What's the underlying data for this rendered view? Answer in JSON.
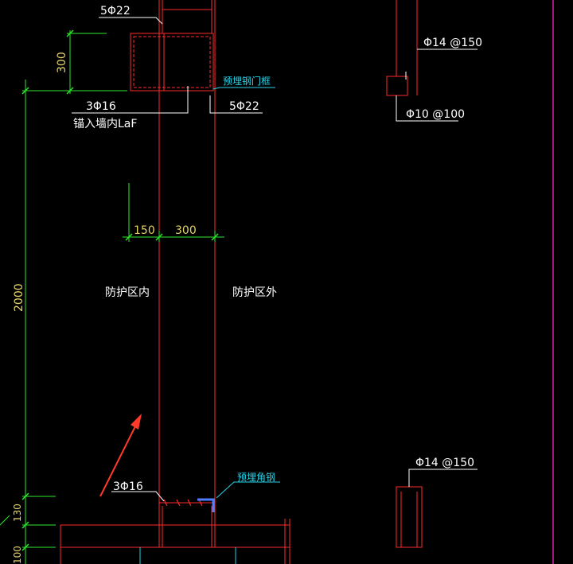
{
  "colors": {
    "background": "#000000",
    "wall": "#ff2a2a",
    "dimension": "#2ee82e",
    "text": "#ffffff",
    "dim_text": "#e6d36a",
    "leader": "#ffffff",
    "callout_cyan": "#27d3e8",
    "border_magenta": "#d8209a",
    "arrow": "#ff3a2a",
    "anchor_angle": "#4f7dff"
  },
  "labels": {
    "rebar_top_1": "5Φ22",
    "rebar_3phi16_top": "3Φ16",
    "anchor_note": "锚入墙内LaF",
    "rebar_top_2": "5Φ22",
    "embedded_door_frame": "预埋钢门框",
    "dim_300_vertical": "300",
    "dim_150": "150",
    "dim_300_horizontal": "300",
    "dim_2000": "2000",
    "inside_zone": "防护区内",
    "outside_zone": "防护区外",
    "rebar_3phi16_bottom": "3Φ16",
    "embedded_angle": "预埋角钢",
    "dim_130": "130",
    "dim_100": "100",
    "rebar_phi14_150_top": "Φ14 @150",
    "rebar_phi10_100": "Φ10 @100",
    "rebar_phi14_150_bottom": "Φ14 @150"
  }
}
